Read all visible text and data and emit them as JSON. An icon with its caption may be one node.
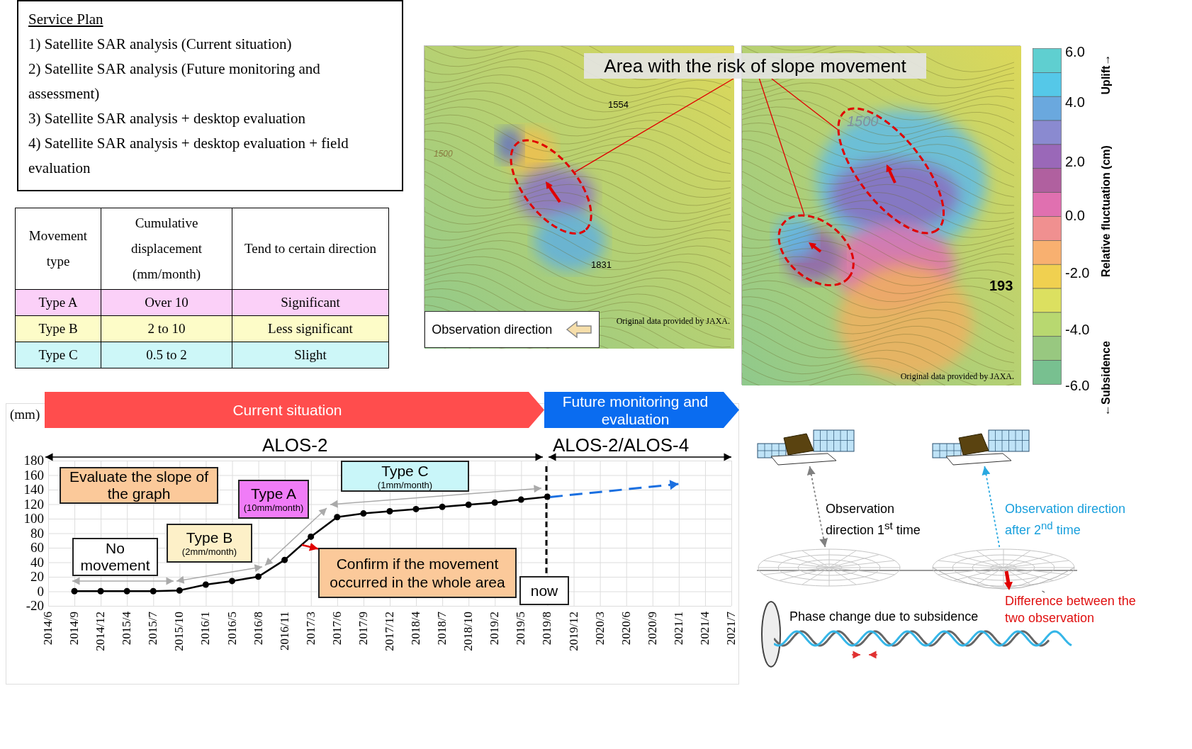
{
  "diagram": {
    "nodes": [
      {
        "text": [
          "Service Plan",
          "1) Satellite SAR analysis (Current situation)",
          "2) Satellite SAR analysis (Future monitoring and assessment)",
          "3) Satellite SAR analysis + desktop evaluation",
          "4) Satellite SAR analysis + desktop evaluation + field evaluation"
        ]
      },
      {
        "text": [],
        "shape": "picture"
      },
      {
        "text": [],
        "shape": "ellipse",
        "in": 1
      },
      {
        "text": [],
        "shape": "picture"
      },
      {
        "text": [],
        "shape": "ellipse",
        "in": 3
      },
      {
        "text": [],
        "shape": "ellipse",
        "in": 3
      },
      {
        "text": [
          "Area with the risk of slope movement"
        ]
      },
      {
        "text": [
          "Observation direction"
        ],
        "in": 1
      },
      {
        "text": [
          "Current situation"
        ]
      },
      {
        "text": [
          "Future monitoring and evaluation"
        ]
      },
      {
        "text": [
          "Evaluate the slope of the graph"
        ]
      },
      {
        "text": [
          "Type A",
          "(10mm/month)"
        ]
      },
      {
        "text": [
          "Type C",
          "(1mm/month)"
        ]
      },
      {
        "text": [
          "No movement"
        ]
      },
      {
        "text": [
          "Type B",
          "(2mm/month)"
        ]
      },
      {
        "text": [
          "Confirm if the movement occurred in the whole area"
        ]
      },
      {
        "text": [
          "now"
        ]
      },
      {
        "text": [],
        "shape": "picture"
      },
      {
        "text": [],
        "shape": "picture"
      },
      {
        "text": [],
        "shape": "picture"
      },
      {
        "text": [],
        "shape": "picture"
      },
      {
        "text": [
          "Difference between the two observation"
        ]
      }
    ],
    "edges": [
      {
        "from": 6,
        "to": 2,
        "arrow": "none"
      },
      {
        "from": 6,
        "to": 4,
        "arrow": "none"
      },
      {
        "from": 6,
        "to": 5,
        "arrow": "none"
      },
      {
        "from": null,
        "to": 15,
        "arrow": "to"
      },
      {
        "from": 19,
        "to": 17,
        "arrow": "both",
        "style": "dashed",
        "color": "#808080"
      },
      {
        "from": 20,
        "to": 18,
        "arrow": "to",
        "style": "dashed",
        "color": "#29a8e0"
      },
      {
        "from": 21,
        "to": 20,
        "arrow": "none",
        "color": "#606060"
      }
    ],
    "labels": [
      "Movement type",
      "Cumulative displacement (mm/month)",
      "Tend to certain direction",
      "Type A",
      "Over 10",
      "Significant",
      "Type B",
      "2 to 10",
      "Less significant",
      "Type C",
      "0.5 to 2",
      "Slight",
      "1554",
      "1500",
      "1831",
      "Original data provided by JAXA.",
      "1500",
      "193",
      "Original data provided by JAXA.",
      "6.0",
      "4.0",
      "2.0",
      "0.0",
      "-2.0",
      "-4.0",
      "-6.0",
      "Uplift→",
      "Relative fluctuation (cm)",
      "←Subsidence",
      "ALOS-2",
      "ALOS-2/ALOS-4",
      "Observation direction 1$^{st}$ time",
      "Observation direction after 2$^{nd}$ time",
      "Phase change due to subsidence"
    ],
    "chart_data": {
      "type": "line",
      "ylabel": "(mm)",
      "categories": [
        "2014/6",
        "2014/9",
        "2014/12",
        "2015/4",
        "2015/7",
        "2015/10",
        "2016/1",
        "2016/5",
        "2016/8",
        "2016/11",
        "2017/3",
        "2017/6",
        "2017/9",
        "2017/12",
        "2018/4",
        "2018/7",
        "2018/10",
        "2019/2",
        "2019/5",
        "2019/8",
        "2019/12",
        "2020/3",
        "2020/6",
        "2020/9",
        "2021/1",
        "2021/4",
        "2021/7"
      ],
      "series": [
        {
          "color": "#000000",
          "marker": "circle",
          "values": [
            null,
            0,
            0,
            0,
            0,
            1,
            9,
            14,
            20,
            43,
            75,
            102,
            107,
            110,
            113,
            116,
            119,
            122,
            126,
            130,
            null,
            null,
            null,
            null,
            null,
            null,
            null
          ]
        },
        {
          "color": "#1a6fe0",
          "line_style": "dashed",
          "values": [
            null,
            null,
            null,
            null,
            null,
            null,
            null,
            null,
            null,
            null,
            null,
            null,
            null,
            null,
            null,
            null,
            null,
            null,
            null,
            130,
            134,
            137,
            141,
            144,
            148,
            null,
            null
          ]
        }
      ],
      "grid": true,
      "ylim": [
        -20,
        180
      ],
      "yticks": [
        -20,
        0,
        20,
        40,
        60,
        80,
        100,
        120,
        140,
        160,
        180
      ]
    }
  }
}
